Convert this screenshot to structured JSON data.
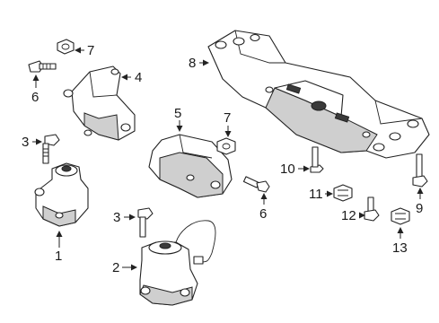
{
  "callouts": [
    {
      "id": "1",
      "text": "1"
    },
    {
      "id": "2",
      "text": "2"
    },
    {
      "id": "3a",
      "text": "3"
    },
    {
      "id": "3b",
      "text": "3"
    },
    {
      "id": "4",
      "text": "4"
    },
    {
      "id": "5",
      "text": "5"
    },
    {
      "id": "6a",
      "text": "6"
    },
    {
      "id": "6b",
      "text": "6"
    },
    {
      "id": "7a",
      "text": "7"
    },
    {
      "id": "7b",
      "text": "7"
    },
    {
      "id": "8",
      "text": "8"
    },
    {
      "id": "9",
      "text": "9"
    },
    {
      "id": "10",
      "text": "10"
    },
    {
      "id": "11",
      "text": "11"
    },
    {
      "id": "12",
      "text": "12"
    },
    {
      "id": "13",
      "text": "13"
    }
  ]
}
